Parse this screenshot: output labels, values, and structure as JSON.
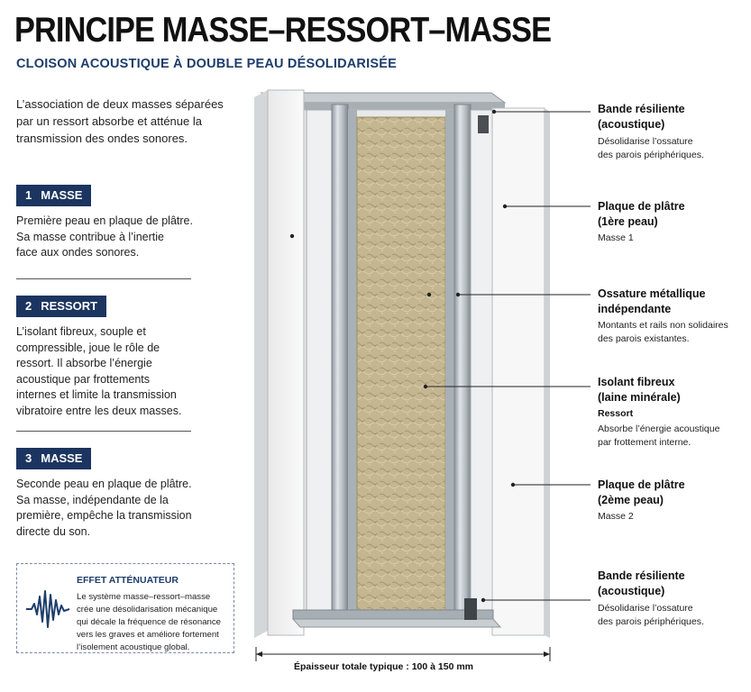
{
  "header": {
    "title": "PRINCIPE MASSE–RESSORT–MASSE",
    "subtitle": "CLOISON ACOUSTIQUE À DOUBLE PEAU DÉSOLIDARISÉE"
  },
  "intro": {
    "line1": "L’association de deux masses séparées",
    "line2": "par un ressort absorbe et atténue la",
    "line3": "transmission des ondes sonores."
  },
  "sections": [
    {
      "number": "1",
      "label": "MASSE",
      "lines": [
        "Première peau en plaque de plâtre.",
        "Sa masse contribue à l’inertie",
        "face aux ondes sonores."
      ]
    },
    {
      "number": "2",
      "label": "RESSORT",
      "lines": [
        "L’isolant fibreux, souple et",
        "compressible, joue le rôle de",
        "ressort. Il absorbe l’énergie",
        "acoustique par frottements",
        "internes et limite la transmission",
        "vibratoire entre les deux masses."
      ]
    },
    {
      "number": "3",
      "label": "MASSE",
      "lines": [
        "Seconde peau en plaque de plâtre.",
        "Sa masse, indépendante de la",
        "première, empêche la transmission",
        "directe du son."
      ]
    }
  ],
  "effect": {
    "title": "EFFET ATTÉNUATEUR",
    "lines": [
      "Le système masse–ressort–masse",
      "crée une désolidarisation mécanique",
      "qui décale la fréquence de résonance",
      "vers les graves et améliore fortement",
      "l’isolement acoustique global."
    ],
    "icon": "sound-wave-icon"
  },
  "labels": [
    {
      "title1": "Bande résiliente",
      "title2": "(acoustique)",
      "sub1": "Désolidarise l’ossature",
      "sub2": "des parois périphériques."
    },
    {
      "title1": "Plaque de plâtre",
      "title2": "(1ère peau)",
      "sub1": "Masse 1",
      "sub2": ""
    },
    {
      "title1": "Ossature métallique",
      "title2": "indépendante",
      "sub1": "Montants et rails non solidaires",
      "sub2": "des parois existantes."
    },
    {
      "title1": "Isolant fibreux",
      "title2": "(laine minérale)",
      "extra": "Ressort",
      "sub1": "Absorbe l’énergie acoustique",
      "sub2": "par frottement interne."
    },
    {
      "title1": "Plaque de plâtre",
      "title2": "(2ème peau)",
      "sub1": "Masse 2",
      "sub2": ""
    },
    {
      "title1": "Bande résiliente",
      "title2": "(acoustique)",
      "sub1": "Désolidarise l’ossature",
      "sub2": "des parois périphériques."
    }
  ],
  "dimension": {
    "label": "Épaisseur totale typique : 100 à 150 mm"
  },
  "colors": {
    "navy": "#1c3560",
    "subtitle_blue": "#1e3d6b",
    "insulation": "#c2b48f",
    "metal": "#b9c0c6",
    "plaster": "#f4f4f4"
  }
}
